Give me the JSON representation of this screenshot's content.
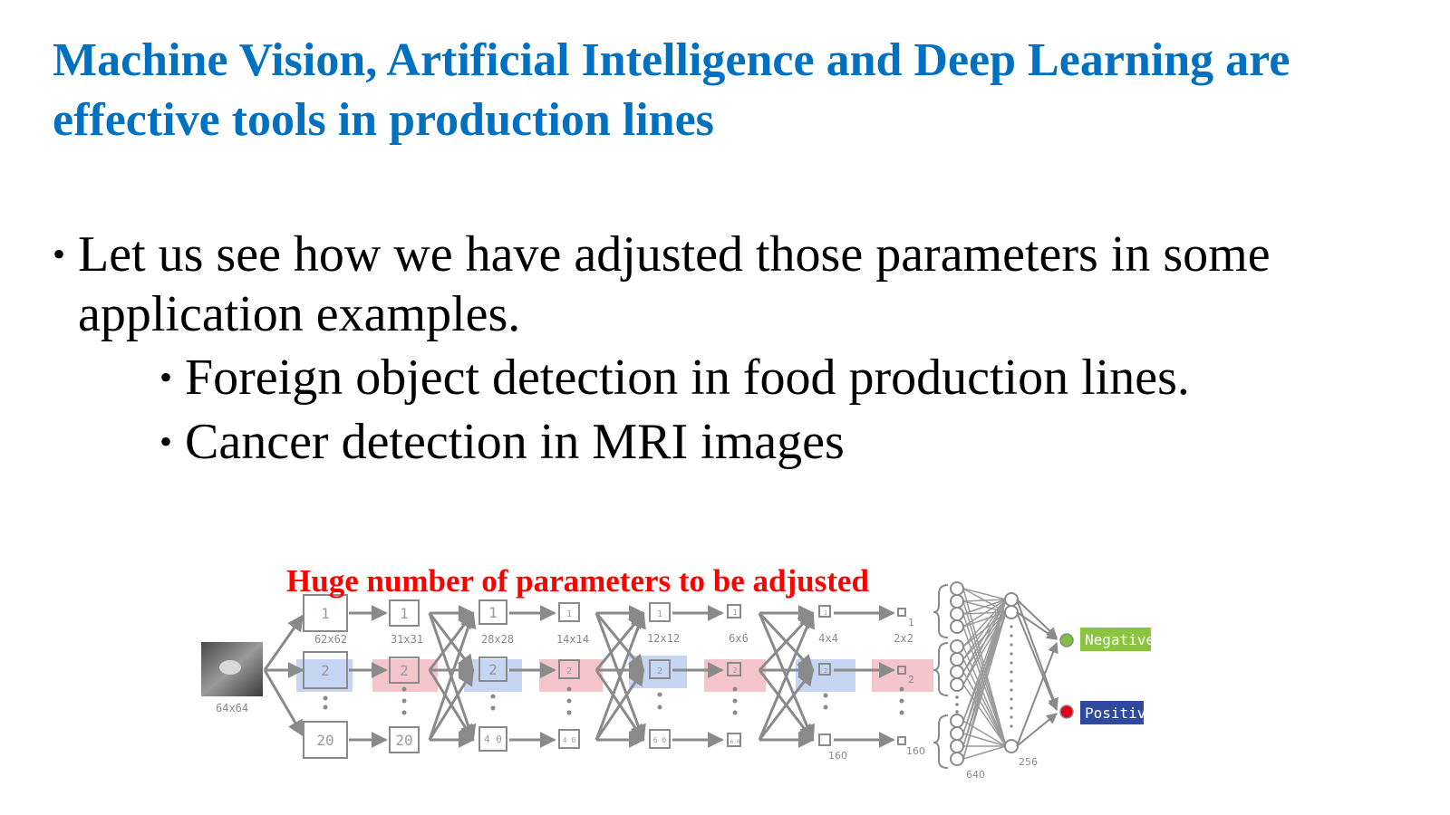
{
  "slide": {
    "title": "Machine Vision, Artificial Intelligence and Deep Learning are effective tools in production lines",
    "bullets": [
      {
        "level": 1,
        "text": "Let us see how we have adjusted those parameters in some application examples."
      },
      {
        "level": 2,
        "text": "Foreign object detection in food production lines."
      },
      {
        "level": 2,
        "text": "Cancer detection in MRI images"
      }
    ]
  },
  "diagram": {
    "callout": "Huge number of parameters to be adjusted",
    "input_size": "64x64",
    "map_sizes": [
      "62x62",
      "31x31",
      "28x28",
      "14x14",
      "12x12",
      "6x6",
      "4x4",
      "2x2"
    ],
    "map_labels": {
      "top": [
        "1",
        "1",
        "1",
        "1",
        "1",
        "1",
        "1",
        "1"
      ],
      "mid": [
        "2",
        "2",
        "2",
        "2",
        "2",
        "2",
        "2",
        "2"
      ],
      "bottom": [
        "20",
        "20",
        "4\n0",
        "4\n0",
        "6\n0",
        "6\n0",
        "160",
        "160"
      ]
    },
    "counts": {
      "flatten_top": "1",
      "flatten_mid": "2",
      "flatten_bottom": "160",
      "pool_bottom": "160",
      "layer640": "640",
      "layer256": "256"
    },
    "outputs": {
      "negative": "Negative",
      "positive": "Positive",
      "negative_color": "#8bc53f",
      "positive_color": "#2e4a9e",
      "negative_dot": "#7cc142",
      "positive_dot": "#e0001a"
    },
    "colors": {
      "stroke": "#8a8a8a",
      "band_blue": "#c5d5f2",
      "band_pink": "#f4c6cc"
    }
  }
}
